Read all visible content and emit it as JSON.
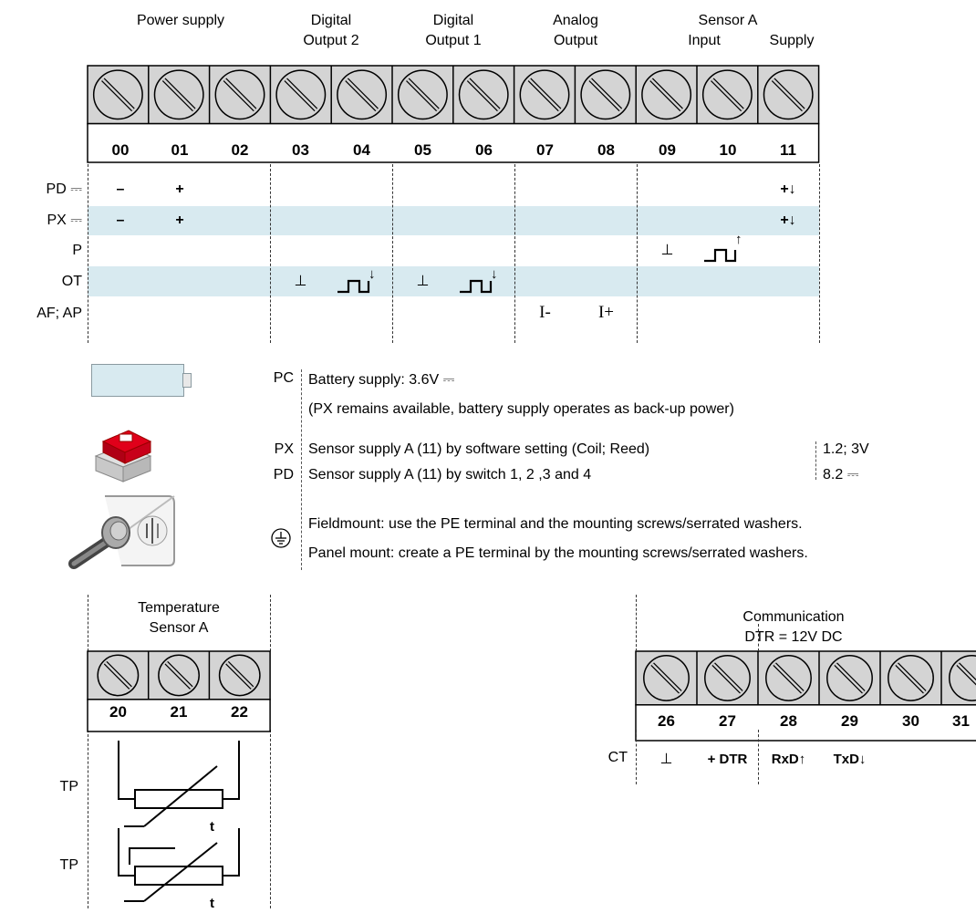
{
  "top_block": {
    "groups": [
      {
        "line1": "Power supply",
        "line2": ""
      },
      {
        "line1": "Digital",
        "line2": "Output 2"
      },
      {
        "line1": "Digital",
        "line2": "Output 1"
      },
      {
        "line1": "Analog",
        "line2": "Output"
      },
      {
        "line1": "Sensor A",
        "sub_left": "Input",
        "sub_right": "Supply"
      }
    ],
    "terminals": [
      "00",
      "01",
      "02",
      "03",
      "04",
      "05",
      "06",
      "07",
      "08",
      "09",
      "10",
      "11"
    ],
    "rows": [
      {
        "label": "PD ⎓",
        "cells": {
          "00": "–",
          "01": "+",
          "11": "+↓"
        }
      },
      {
        "label": "PX ⎓",
        "cells": {
          "00": "–",
          "01": "+",
          "11": "+↓"
        }
      },
      {
        "label": "P",
        "cells": {
          "09": "⊥"
        }
      },
      {
        "label": "OT",
        "cells": {
          "03": "⊥",
          "05": "⊥"
        }
      },
      {
        "label": "AF; AP",
        "cells": {
          "07": "I-",
          "08": "I+"
        }
      }
    ],
    "pulse_arrows": {
      "up": "↑",
      "down": "↓"
    }
  },
  "legend": {
    "pc": {
      "code": "PC",
      "line1": "Battery supply: 3.6V ⎓",
      "line2": "(PX remains available, battery supply operates as back-up power)"
    },
    "px": {
      "code": "PX",
      "text": "Sensor supply A (11) by software setting (Coil; Reed)",
      "value": "1.2; 3V"
    },
    "pd": {
      "code": "PD",
      "text": "Sensor supply A (11) by switch 1, 2 ,3 and 4",
      "value": "8.2 ⎓"
    },
    "pe": {
      "line1": "Fieldmount: use the PE terminal and the mounting screws/serrated washers.",
      "line2": "Panel mount: create a PE terminal by the mounting screws/serrated washers."
    }
  },
  "temp_block": {
    "header_line1": "Temperature",
    "header_line2": "Sensor A",
    "terminals": [
      "20",
      "21",
      "22"
    ],
    "rows": [
      {
        "label": "TP",
        "t": "t"
      },
      {
        "label": "TP",
        "t": "t"
      }
    ]
  },
  "comm_block": {
    "header_line1": "Communication",
    "header_line2": "DTR = 12V DC",
    "terminals": [
      "26",
      "27",
      "28",
      "29",
      "30",
      "31"
    ],
    "row_label": "CT",
    "cells": {
      "26": "⊥",
      "27": "+ DTR",
      "28": "RxD↑",
      "29": "TxD↓"
    }
  },
  "colors": {
    "band": "#d8eaf0",
    "battery": "#d8eaf0",
    "screw_bg": "#d4d4d4",
    "sensor_red": "#e0001a"
  }
}
